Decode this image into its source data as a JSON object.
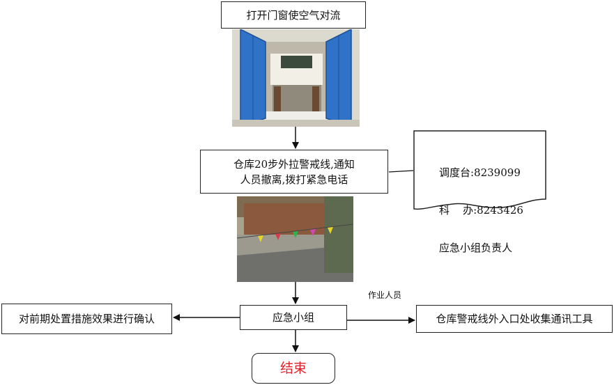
{
  "flow": {
    "step1": "打开门窗使空气对流",
    "step2_line1": "仓库20步外拉警戒线,通知",
    "step2_line2": "人员撤离,拨打紧急电话",
    "center": "应急小组",
    "left": "对前期处置措施效果进行确认",
    "right": "仓库警戒线外入口处收集通讯工具",
    "end": "结束",
    "arrow_label": "作业人员"
  },
  "note": {
    "line1": "调度台:8239099",
    "line2": "科    办:8243426",
    "line3": "应急小组负责人"
  }
}
